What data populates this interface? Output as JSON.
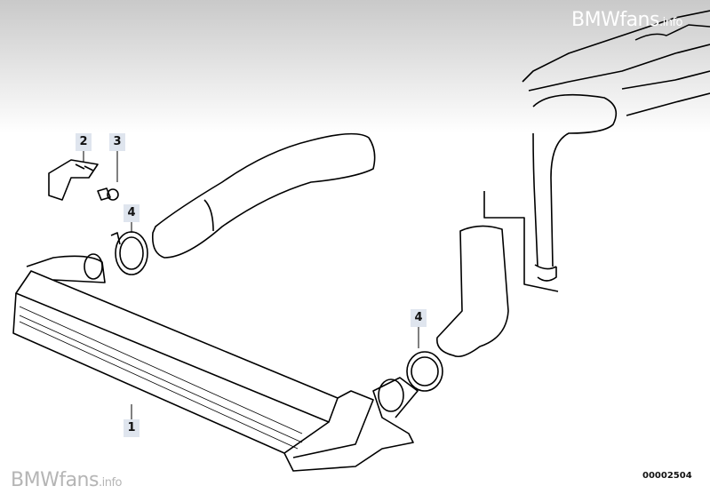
{
  "watermark": {
    "brand": "BMWfans",
    "suffix": ".info"
  },
  "labels": [
    {
      "num": "1"
    },
    {
      "num": "2"
    },
    {
      "num": "3"
    },
    {
      "num": "4"
    },
    {
      "num": "4"
    }
  ],
  "diagram_code": "00002504"
}
